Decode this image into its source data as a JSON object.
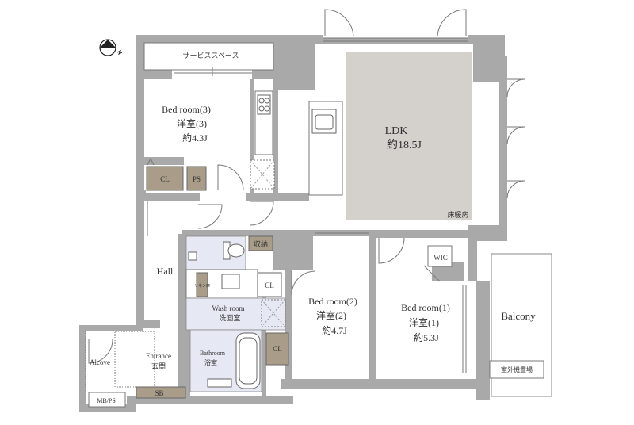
{
  "rooms": {
    "service_space": "サービススペース",
    "bed3_en": "Bed room(3)",
    "bed3_jp": "洋室(3)",
    "bed3_size": "約4.3J",
    "ldk_en": "LDK",
    "ldk_size": "約18.5J",
    "floor_heating": "床暖房",
    "hall": "Hall",
    "storage": "収納",
    "wic": "WIC",
    "linen": "リネン庫",
    "wash_en": "Wash room",
    "wash_jp": "洗面室",
    "bath_en": "Bathroom",
    "bath_jp": "浴室",
    "bed2_en": "Bed room(2)",
    "bed2_jp": "洋室(2)",
    "bed2_size": "約4.7J",
    "bed1_en": "Bed room(1)",
    "bed1_jp": "洋室(1)",
    "bed1_size": "約5.3J",
    "balcony": "Balcony",
    "ac_space": "室外機置場",
    "alcove": "Alcove",
    "entrance_en": "Entrance",
    "entrance_jp": "玄関",
    "sb": "SB",
    "mbps": "MB/PS",
    "cl": "CL",
    "ps": "PS"
  },
  "colors": {
    "wall": "#a9a9a9",
    "ldk_floor": "#d4d1cd",
    "closet": "#a99d89",
    "wet_area": "#e6e8f4"
  },
  "icons": [
    "compass-icon",
    "stove-icon",
    "sink-icon",
    "bathtub-icon",
    "toilet-icon"
  ]
}
